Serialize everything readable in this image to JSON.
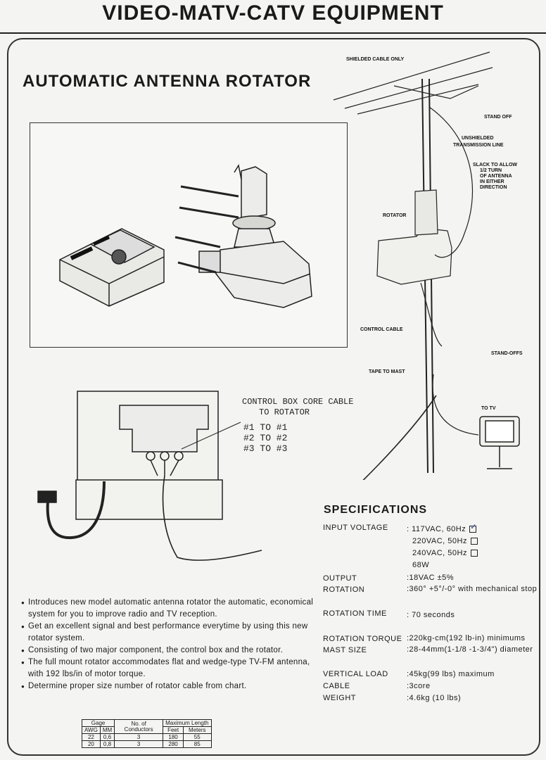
{
  "header": {
    "title": "VIDEO-MATV-CATV EQUIPMENT"
  },
  "subtitle": "AUTOMATIC ANTENNA ROTATOR",
  "diagram": {
    "shielded_cable_only": "SHIELDED CABLE ONLY",
    "stand_off": "STAND OFF",
    "unshielded_line": "UNSHIELDED\nTRANSMISSION LINE",
    "slack": "SLACK TO ALLOW\n1/2 TURN\nOF ANTENNA\nIN EITHER\nDIRECTION",
    "rotator": "ROTATOR",
    "control_cable": "CONTROL CABLE",
    "stand_offs": "STAND-OFFS",
    "tape_to_mast": "TAPE TO MAST",
    "to_tv": "TO TV"
  },
  "wiring": {
    "title": "CONTROL BOX CORE CABLE",
    "subtitle": "TO ROTATOR",
    "rows": [
      "#1  TO  #1",
      "#2  TO  #2",
      "#3  TO  #3"
    ]
  },
  "specifications": {
    "title": "SPECIFICATIONS",
    "input_voltage": {
      "label": "INPUT VOLTAGE",
      "values": [
        ": 117VAC, 60Hz",
        "220VAC, 50Hz",
        "240VAC, 50Hz",
        "68W"
      ]
    },
    "output": {
      "label": "OUTPUT",
      "value": ":18VAC ±5%"
    },
    "rotation": {
      "label": "ROTATION",
      "value": ":360° +5°/-0° with mechanical stop"
    },
    "rotation_time": {
      "label": "ROTATION TIME",
      "value": ": 70 seconds"
    },
    "rotation_torque": {
      "label": "ROTATION TORQUE",
      "value": ":220kg-cm(192 lb-in) minimums"
    },
    "mast_size": {
      "label": "MAST SIZE",
      "value": ":28-44mm(1-1/8 -1-3/4\") diameter"
    },
    "vertical_load": {
      "label": "VERTICAL LOAD",
      "value": ":45kg(99 lbs) maximum"
    },
    "cable": {
      "label": "CABLE",
      "value": ":3core"
    },
    "weight": {
      "label": "WEIGHT",
      "value": ":4.6kg (10 lbs)"
    }
  },
  "features": [
    "Introduces new model automatic antenna rotator the automatic, economical system for you to improve radio and TV reception.",
    "Get an excellent signal and best performance everytime by using this new rotator system.",
    "Consisting of two major component, the control box and the rotator.",
    "The full mount rotator accommodates flat and wedge-type TV-FM antenna, with 192 lbs/in of motor torque.",
    "Determine proper size number of rotator cable from chart."
  ],
  "cable_table": {
    "head": {
      "gage": "Gage",
      "conductors": "No. of Conductors",
      "length": "Maximum Length"
    },
    "sub": [
      "AWG",
      "MM",
      "",
      "Feet",
      "Meters"
    ],
    "rows": [
      [
        "22",
        "0,6",
        "3",
        "180",
        "55"
      ],
      [
        "20",
        "0,8",
        "3",
        "280",
        "85"
      ]
    ]
  }
}
